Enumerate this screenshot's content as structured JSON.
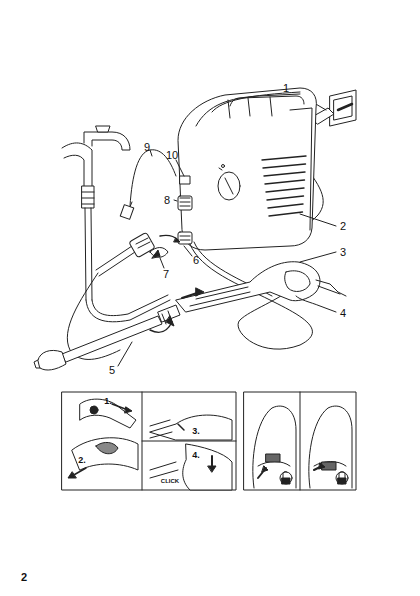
{
  "diagram": {
    "labels": [
      "1",
      "2",
      "3",
      "4",
      "5",
      "6",
      "7",
      "8",
      "9",
      "10",
      "1.",
      "2.",
      "3.",
      "4.",
      "CLICK",
      "2"
    ]
  }
}
